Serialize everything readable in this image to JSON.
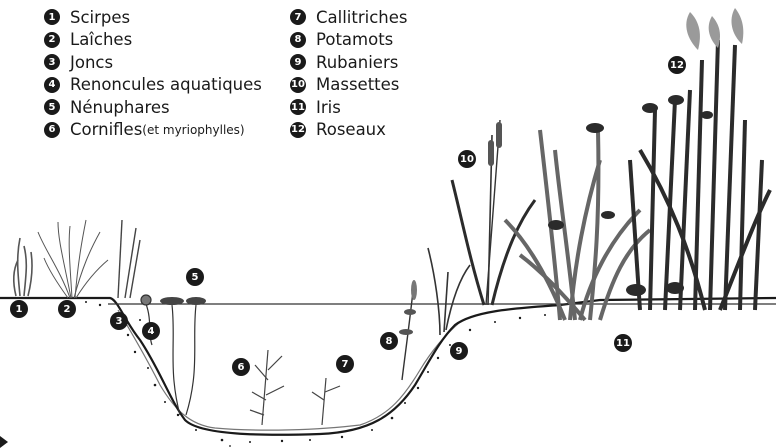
{
  "legend": [
    {
      "n": "1",
      "label": "Scirpes"
    },
    {
      "n": "2",
      "label": "Laîches"
    },
    {
      "n": "3",
      "label": "Joncs"
    },
    {
      "n": "4",
      "label": "Renoncules aquatiques"
    },
    {
      "n": "5",
      "label": "Nénuphares"
    },
    {
      "n": "6",
      "label": "Cornifles",
      "note": "(et myriophylles)"
    },
    {
      "n": "7",
      "label": "Callitriches"
    },
    {
      "n": "8",
      "label": "Potamots"
    },
    {
      "n": "9",
      "label": "Rubaniers"
    },
    {
      "n": "10",
      "label": "Massettes"
    },
    {
      "n": "11",
      "label": "Iris"
    },
    {
      "n": "12",
      "label": "Roseaux"
    }
  ],
  "markers": [
    "1",
    "2",
    "3",
    "4",
    "5",
    "6",
    "7",
    "8",
    "9",
    "10",
    "11",
    "12"
  ],
  "colors": {
    "ink": "#1a1a1a",
    "water_line": "#333333",
    "reed_plume": "#9a9a9a",
    "dark_foliage": "#2b2b2b",
    "mid_foliage": "#666666"
  }
}
